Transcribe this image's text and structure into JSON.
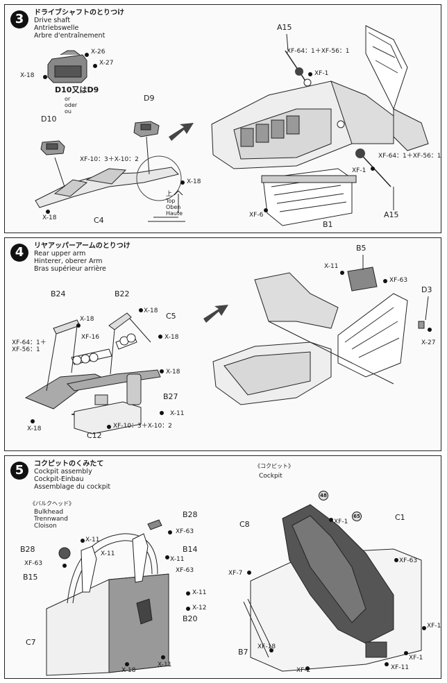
{
  "steps": [
    {
      "number": "3",
      "title_jp": "ドライブシャフトのとりつけ",
      "title_en": "Drive shaft",
      "title_de": "Antriebswelle",
      "title_fr": "Arbre d'entraînement",
      "labels": {
        "x26": "X-26",
        "x27": "X-27",
        "x18a": "X-18",
        "d10ord9": "D10又はD9",
        "or": "or",
        "oder": "oder",
        "ou": "ou",
        "d10": "D10",
        "d9": "D9",
        "xf10": "XF-10：3＋X-10：2",
        "x18b": "X-18",
        "x18c": "X-18",
        "c4": "C4",
        "top_jp": "上",
        "top": "Top",
        "oben": "Oben",
        "haute": "Haute",
        "a15a": "A15",
        "xf64a": "XF-64：1＋XF-56：1",
        "xf1a": "XF-1",
        "xf64b": "XF-64：1＋XF-56：1",
        "xf1b": "XF-1",
        "xf6": "XF-6",
        "b1": "B1",
        "a15b": "A15"
      }
    },
    {
      "number": "4",
      "title_jp": "リヤアッパーアームのとりつけ",
      "title_en": "Rear upper arm",
      "title_de": "Hinterer, oberer Arm",
      "title_fr": "Bras supérieur arrière",
      "labels": {
        "b24": "B24",
        "b22": "B22",
        "c5": "C5",
        "x18a": "X-18",
        "x18b": "X-18",
        "x18c": "X-18",
        "x18d": "X-18",
        "x18e": "X-18",
        "xf16": "XF-16",
        "xf64": "XF-64：1＋",
        "xf56": "XF-56：1",
        "b27": "B27",
        "x11a": "X-11",
        "c12": "C12",
        "xf10": "XF-10：3＋X-10：2",
        "b5": "B5",
        "x11b": "X-11",
        "xf63": "XF-63",
        "d3": "D3",
        "x27": "X-27"
      }
    },
    {
      "number": "5",
      "title_jp": "コクピットのくみたて",
      "title_en": "Cockpit assembly",
      "title_de": "Cockpit-Einbau",
      "title_fr": "Assemblage du cockpit",
      "labels": {
        "bulk_jp": "《バルクヘッド》",
        "bulk_en": "Bulkhead",
        "bulk_de": "Trennwand",
        "bulk_fr": "Cloison",
        "cock_jp": "《コクピット》",
        "cock_en": "Cockpit",
        "b28a": "B28",
        "x11a": "X-11",
        "xf63a": "XF-63",
        "b28b": "B28",
        "x11b": "X-11",
        "xf63b": "XF-63",
        "b14": "B14",
        "x11c": "X-11",
        "xf63c": "XF-63",
        "b15": "B15",
        "x11d": "X-11",
        "x12": "X-12",
        "b20": "B20",
        "c7": "C7",
        "x18": "X-18",
        "x11e": "X-11",
        "n48": "48",
        "xf1a": "XF-1",
        "n65": "65",
        "c8": "C8",
        "c1": "C1",
        "xf63d": "XF-63",
        "xf7": "XF-7",
        "xf1b": "XF-1",
        "b7": "B7",
        "xf18": "XF-18",
        "xf2": "XF-2",
        "xf1c": "XF-1",
        "xf11": "XF-11"
      }
    }
  ]
}
